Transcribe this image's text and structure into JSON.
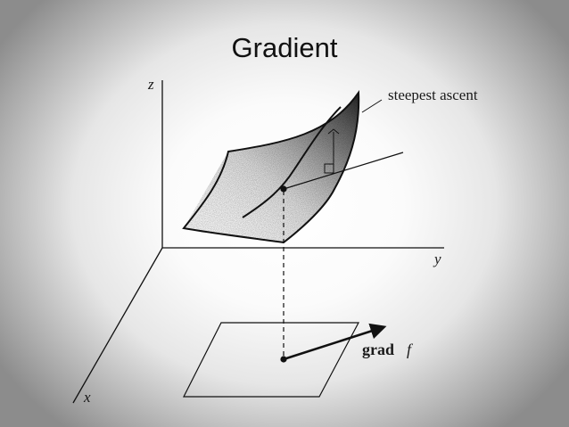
{
  "slide": {
    "title": "Gradient"
  },
  "diagram": {
    "axes": {
      "z_label": "z",
      "y_label": "y",
      "x_label": "x"
    },
    "labels": {
      "steepest_ascent": "steepest ascent",
      "grad_bold": "grad",
      "grad_italic": "f"
    },
    "colors": {
      "ink": "#111111",
      "shade": "#3a3a3a"
    }
  }
}
